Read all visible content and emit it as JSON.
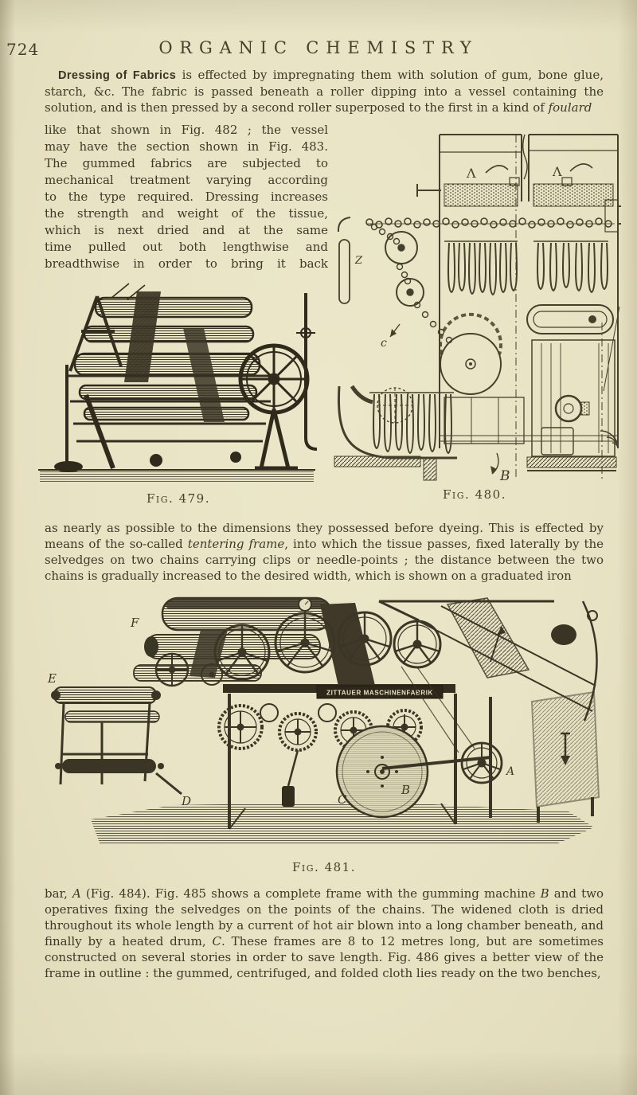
{
  "page": {
    "number": "724",
    "running_title": "ORGANIC CHEMISTRY"
  },
  "para1": {
    "lead": "Dressing of Fabrics",
    "a": " is effected by impregnating them with solution of gum, bone glue, starch, &c.  The fabric is passed beneath a roller dipping into a vessel containing the solution, and is then pressed by a second roller superposed to the first in a kind of ",
    "italic": "foulard"
  },
  "para2": {
    "lines": [
      "like that shown in Fig. 482 ; the vessel",
      "may have the section shown in Fig. 483.",
      "The gummed fabrics are subjected to",
      "mechanical treatment varying according",
      "to the type required.  Dressing increases",
      "the strength and weight of the tissue,",
      "which is next dried and at the same",
      "time pulled out both lengthwise and",
      "breadthwise in order to bring it back"
    ]
  },
  "para3": {
    "a": "as nearly as possible to the dimensions they possessed before dyeing.  This is effected by means of the so-called ",
    "italic": "tentering frame",
    "b": ", into which the tissue passes, fixed laterally by the selvedges on two chains carrying clips or needle-points ;  the distance between the two chains is gradually increased to the desired width, which is shown on a graduated iron"
  },
  "para4": {
    "a": "bar, ",
    "i1": "A",
    "b": " (Fig. 484).  Fig. 485 shows a complete frame with the gumming machine ",
    "i2": "B",
    "c": " and two operatives fixing the selvedges on the points of the chains.  The widened cloth is dried throughout its whole length by a current of hot air blown into a long chamber beneath, and finally by a heated drum, ",
    "i3": "C",
    "d": ".  These frames are 8 to 12 metres long, but are sometimes constructed on several stories in order to save length.  Fig. 486 gives a better view of the frame in outline :  the gummed, centrifuged, and folded cloth lies ready on the two benches,"
  },
  "figures": {
    "fig479": {
      "caption": "Fig. 479."
    },
    "fig480": {
      "caption": "Fig. 480.",
      "labels": {
        "z": "Z",
        "c": "c",
        "b": "B"
      }
    },
    "fig481": {
      "caption": "Fig. 481.",
      "nameplate": "ZITTAUER MASCHINENFABRIK",
      "labels": {
        "a": "A",
        "b": "B",
        "c": "C",
        "d": "D",
        "e": "E",
        "f": "F"
      }
    }
  },
  "colors": {
    "paper": "#e8e3c4",
    "ink": "#3e3927",
    "line": "#45402c"
  }
}
